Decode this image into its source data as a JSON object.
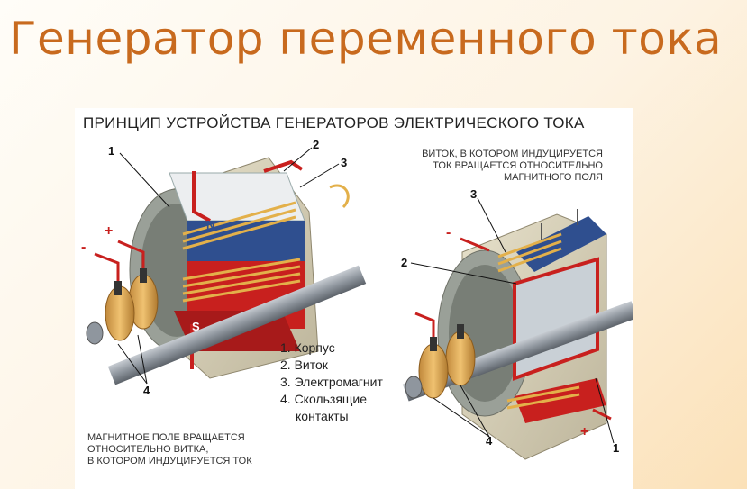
{
  "slide_title": "Генератор переменного тока",
  "panel_title": "ПРИНЦИП УСТРОЙСТВА ГЕНЕРАТОРОВ ЭЛЕКТРИЧЕСКОГО ТОКА",
  "right_note": [
    "ВИТОК, В КОТОРОМ ИНДУЦИРУЕТСЯ",
    "ТОК ВРАЩАЕТСЯ ОТНОСИТЕЛЬНО",
    "МАГНИТНОГО ПОЛЯ"
  ],
  "left_note": [
    "МАГНИТНОЕ ПОЛЕ ВРАЩАЕТСЯ",
    "ОТНОСИТЕЛЬНО ВИТКА,",
    "В КОТОРОМ ИНДУЦИРУЕТСЯ ТОК"
  ],
  "legend": [
    "1. Корпус",
    "2. Виток",
    "3. Электромагнит",
    "4. Скользящие",
    "контакты"
  ],
  "left_callouts": [
    "1",
    "2",
    "3",
    "4"
  ],
  "right_callouts": [
    "3",
    "2",
    "4",
    "1"
  ],
  "poles": {
    "north": "N",
    "south": "S"
  },
  "signs": {
    "plus": "+",
    "minus": "-"
  },
  "colors": {
    "title": "#c86a1e",
    "housing": "#d9d2b9",
    "coil": "#e3b04a",
    "wire": "#c8201e",
    "north": "#2f4f8f",
    "south": "#c8201e",
    "shaft": "#8f969e"
  }
}
